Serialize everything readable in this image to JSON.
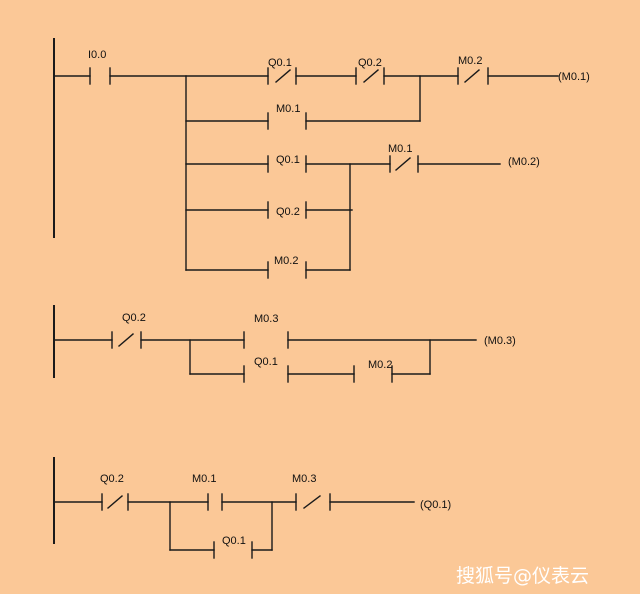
{
  "rung1": {
    "contacts": {
      "i0_0": "I0.0",
      "q0_1_nc": "Q0.1",
      "q0_2_nc": "Q0.2",
      "m0_2_nc": "M0.2",
      "m0_1_no": "M0.1",
      "q0_1_no": "Q0.1",
      "m0_1_nc": "M0.1",
      "q0_2_no": "Q0.2",
      "m0_2_no": "M0.2"
    },
    "coils": {
      "m0_1": "(M0.1)",
      "m0_2": "(M0.2)"
    }
  },
  "rung2": {
    "contacts": {
      "q0_2_nc": "Q0.2",
      "m0_3_no": "M0.3",
      "q0_1_no": "Q0.1",
      "m0_2_no": "M0.2"
    },
    "coils": {
      "m0_3": "(M0.3)"
    }
  },
  "rung3": {
    "contacts": {
      "q0_2_nc": "Q0.2",
      "m0_1_no": "M0.1",
      "m0_3_nc": "M0.3",
      "q0_1_no": "Q0.1"
    },
    "coils": {
      "q0_1": "(Q0.1)"
    }
  },
  "watermark": "搜狐号@仪表云"
}
